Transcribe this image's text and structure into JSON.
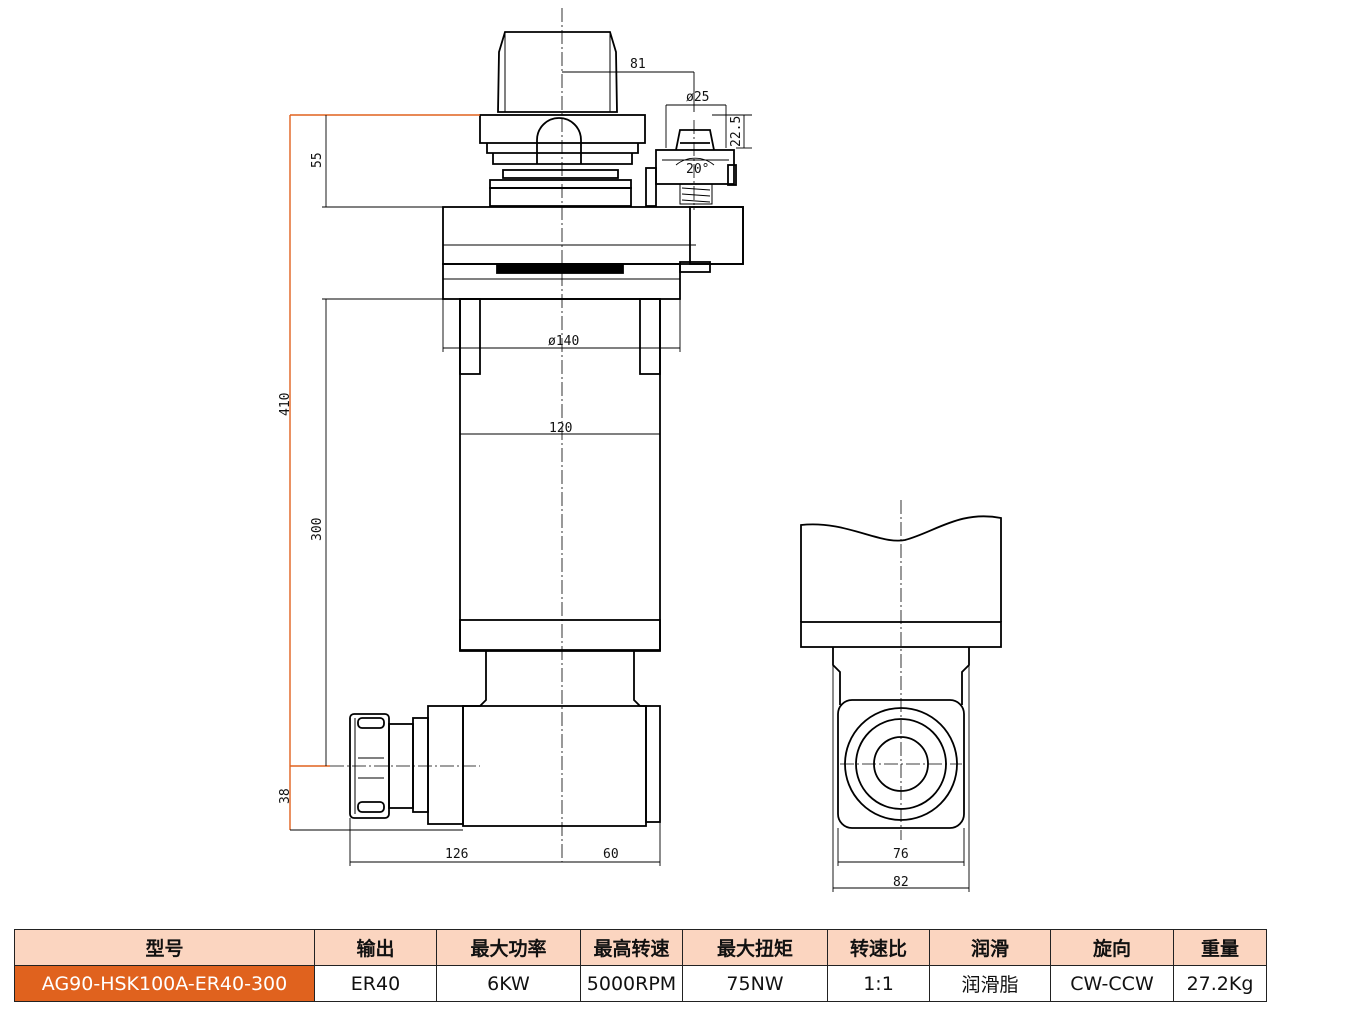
{
  "drawing": {
    "dims": {
      "d81": "81",
      "d25": "ø25",
      "d22_5": "22.5",
      "d20": "20°",
      "d55": "55",
      "d410": "410",
      "d140": "ø140",
      "d120": "120",
      "d300": "300",
      "d38": "38",
      "d126": "126",
      "d60": "60",
      "d76": "76",
      "d82": "82"
    }
  },
  "spec_table": {
    "headers": [
      "型号",
      "输出",
      "最大功率",
      "最高转速",
      "最大扭矩",
      "转速比",
      "润滑",
      "旋向",
      "重量"
    ],
    "row": [
      "AG90-HSK100A-ER40-300",
      "ER40",
      "6KW",
      "5000RPM",
      "75NW",
      "1:1",
      "润滑脂",
      "CW-CCW",
      "27.2Kg"
    ]
  },
  "colors": {
    "header_bg": "#fbd5c0",
    "model_cell_bg": "#e0621e",
    "line": "#000000",
    "extension_line": "#e0621e"
  }
}
